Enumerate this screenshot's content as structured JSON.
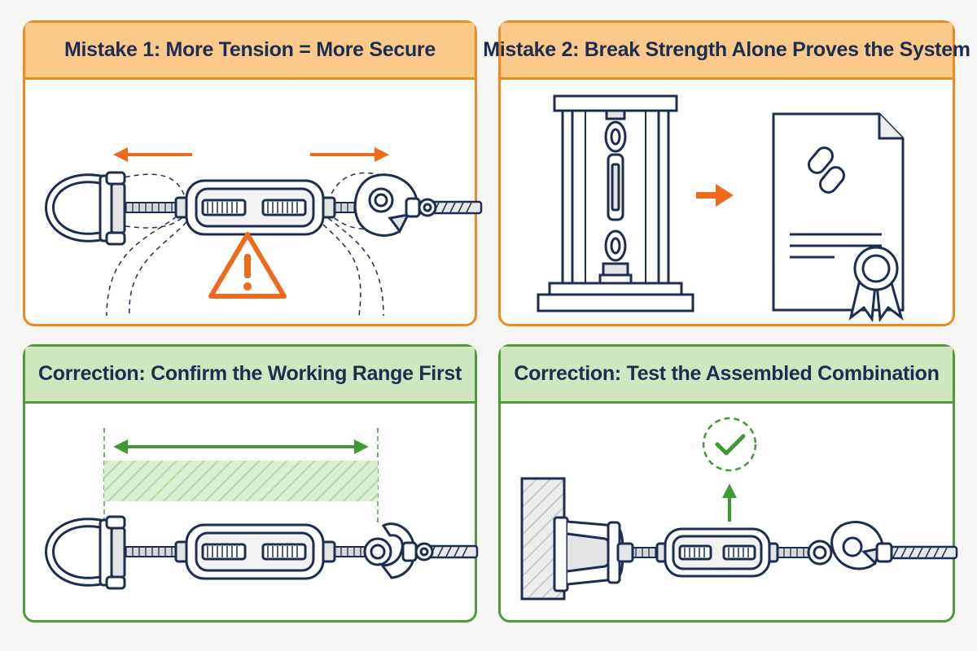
{
  "panels": [
    {
      "title": "Mistake 1: More Tension = More Secure",
      "kind": "mistake"
    },
    {
      "title": "Mistake 2: Break Strength Alone Proves the System",
      "kind": "mistake"
    },
    {
      "title": "Correction: Confirm the Working Range First",
      "kind": "correction"
    },
    {
      "title": "Correction: Test the Assembled Combination",
      "kind": "correction"
    }
  ],
  "colors": {
    "mistake_border": "#ef8a1f",
    "mistake_header": "#fbc98a",
    "correction_border": "#4f9a3a",
    "correction_header": "#cfe6bf",
    "line": "#1d2d52",
    "warning": "#ef6a1a",
    "check": "#3f9a35"
  },
  "icons": [
    "shackle-icon",
    "turnbuckle-icon",
    "hook-icon",
    "warning-icon",
    "test-frame-icon",
    "certificate-icon",
    "check-icon",
    "arrow-icon"
  ]
}
